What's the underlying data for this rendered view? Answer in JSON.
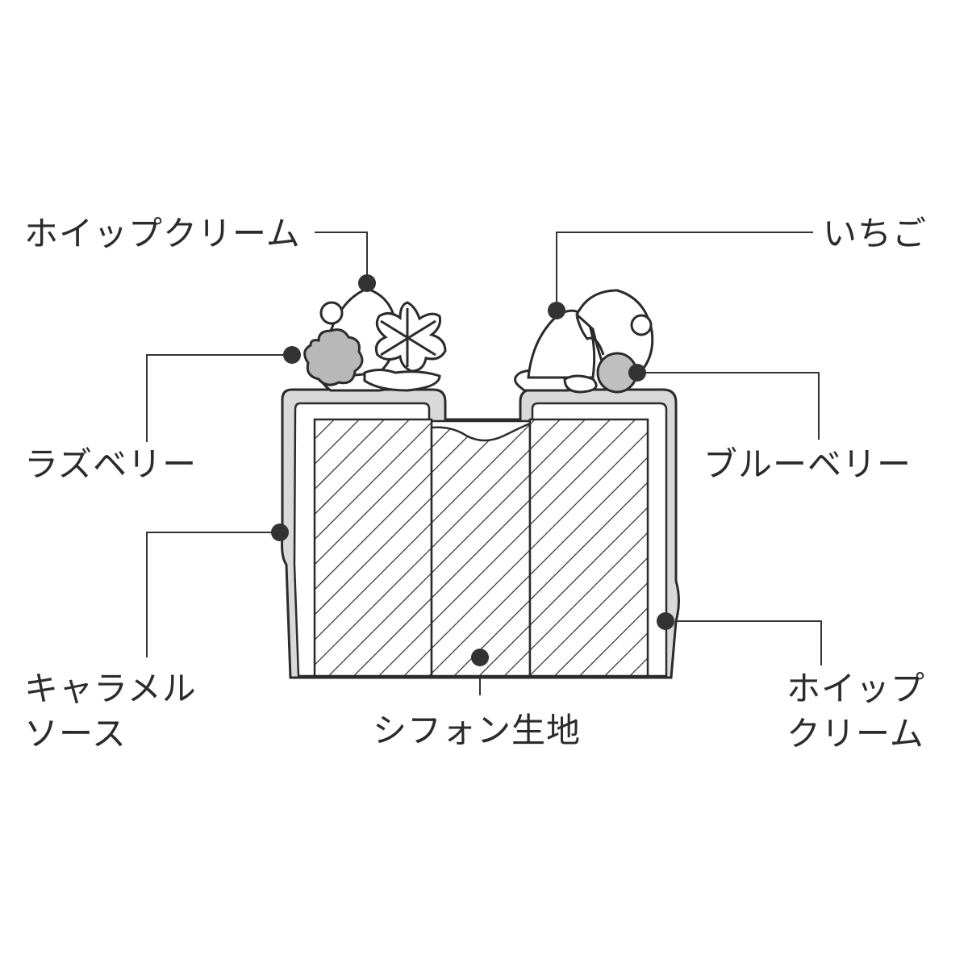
{
  "labels": {
    "whipped_cream_top": "ホイップクリーム",
    "strawberry": "いちご",
    "raspberry": "ラズベリー",
    "blueberry": "ブルーベリー",
    "caramel_sauce_line1": "キャラメル",
    "caramel_sauce_line2": "ソース",
    "chiffon": "シフォン生地",
    "whipped_cream_side_line1": "ホイップ",
    "whipped_cream_side_line2": "クリーム"
  },
  "colors": {
    "ink": "#2b2b2b",
    "cream_shell": "#d9d9d9",
    "raspberry": "#b8b8b8",
    "blueberry": "#bfbfbf",
    "marker": "#333333"
  }
}
